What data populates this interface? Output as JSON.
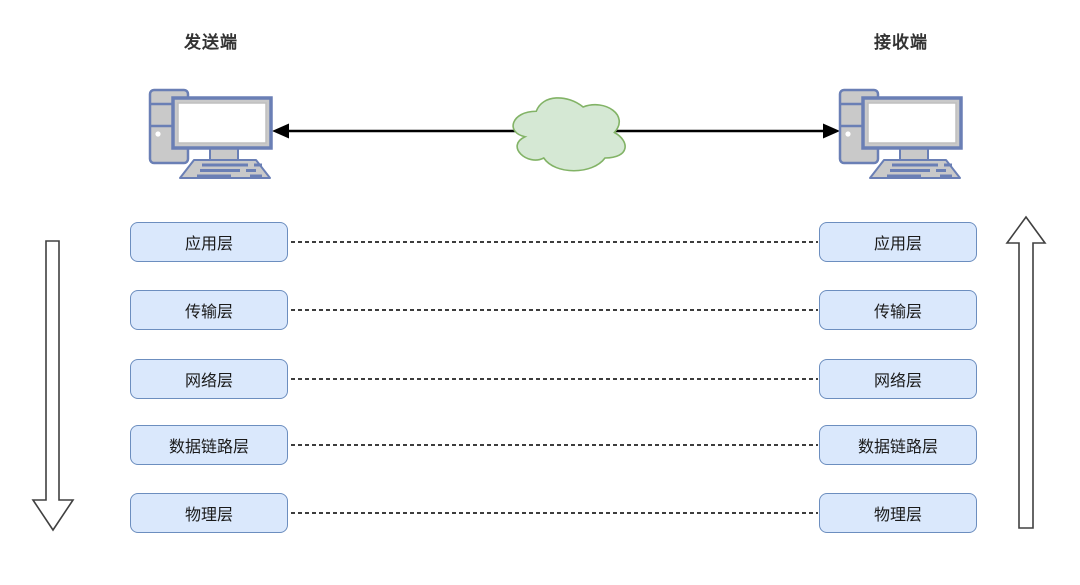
{
  "diagram": {
    "endpoints": {
      "sender": {
        "label": "发送端",
        "icon": "desktop-computer-icon"
      },
      "receiver": {
        "label": "接收端",
        "icon": "desktop-computer-icon"
      }
    },
    "network": {
      "icon": "cloud-icon",
      "link_icon": "double-headed-arrow-icon"
    },
    "layers": [
      {
        "label": "应用层"
      },
      {
        "label": "传输层"
      },
      {
        "label": "网络层"
      },
      {
        "label": "数据链路层"
      },
      {
        "label": "物理层"
      }
    ],
    "flow": {
      "sender_direction_icon": "down-arrow-icon",
      "receiver_direction_icon": "up-arrow-icon"
    },
    "colors": {
      "layer_box_fill": "#dae8fc",
      "layer_box_border": "#6c8ebf",
      "cloud_fill": "#d5e8d4",
      "cloud_border": "#82b366",
      "computer_body": "#c9c9c9",
      "computer_outline": "#6a7fb5",
      "link_arrow": "#000000",
      "flow_arrow_outline": "#404040",
      "connector_dash": "#3d3d3d",
      "label_text": "#333333"
    }
  }
}
